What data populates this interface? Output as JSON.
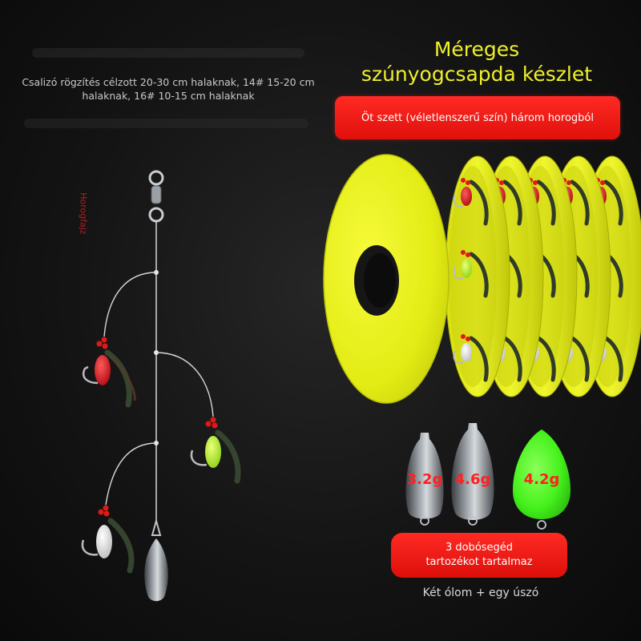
{
  "header_left": {
    "description": "Csalizó rögzítés célzott 20-30 cm halaknak, 14# 15-20 cm halaknak, 16# 10-15 cm halaknak",
    "vertical_label": "Horogfajz"
  },
  "title": {
    "line1": "Méreges",
    "line2": "szúnyogcsapda készlet"
  },
  "top_banner": {
    "text": "Öt szett (véletlenszerű szín) három horogból"
  },
  "weights": [
    {
      "label": "3.2g",
      "kind": "lead"
    },
    {
      "label": "4.6g",
      "kind": "lead"
    },
    {
      "label": "4.2g",
      "kind": "float"
    }
  ],
  "accessory_badge": {
    "line1": "3 dobósegéd",
    "line2": "tartozékot tartalmaz"
  },
  "bottom_note": "Két ólom + egy úszó",
  "colors": {
    "background": "#141414",
    "accent_yellow": "#eef02a",
    "spool_yellow": "#e6f01c",
    "banner_red": "#e8120e",
    "float_green": "#46f21c",
    "lure_red": "#d8141c",
    "lure_green": "#b8f42a",
    "lure_white": "#eeeeee"
  }
}
